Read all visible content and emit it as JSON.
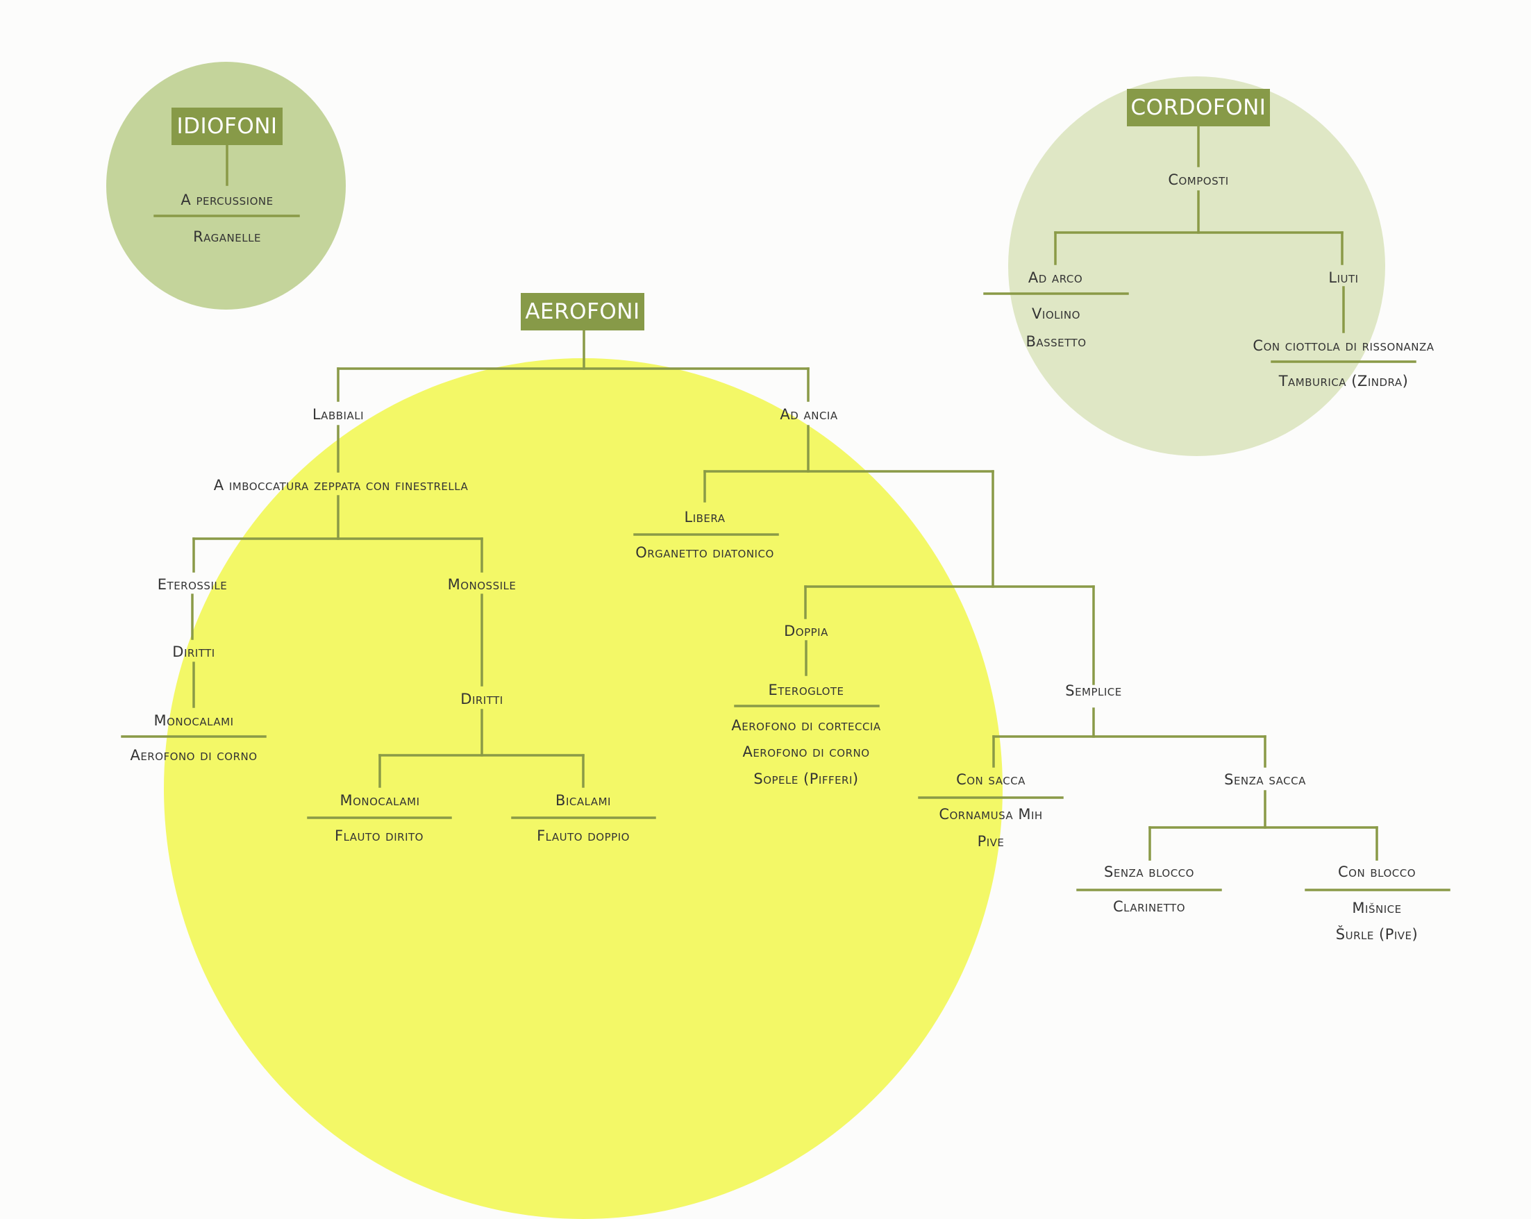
{
  "groups": {
    "idiofoni": {
      "title": "IDIOFONI",
      "percussione": "A percussione",
      "raganelle": "Raganelle"
    },
    "cordofoni": {
      "title": "CORDOFONI",
      "composti": "Composti",
      "ad_arco": "Ad arco",
      "violino": "Violino",
      "bassetto": "Bassetto",
      "liuti": "Liuti",
      "ciottola": "Con ciottola di rissonanza",
      "tamburica": "Tamburica (Zindra)"
    },
    "aerofoni": {
      "title": "AEROFONI",
      "labbiali": "Labbiali",
      "imboccatura": "A imboccatura zeppata con finestrella",
      "eterossile": "Eterossile",
      "diritti_1": "Diritti",
      "monocalami_1": "Monocalami",
      "aerofono_corno_1": "Aerofono di corno",
      "monossile": "Monossile",
      "diritti_2": "Diritti",
      "monocalami_2": "Monocalami",
      "flauto_dirito": "Flauto dirito",
      "bicalami": "Bicalami",
      "flauto_doppio": "Flauto doppio",
      "ad_ancia": "Ad ancia",
      "libera": "Libera",
      "organetto": "Organetto diatonico",
      "doppia": "Doppia",
      "eteroglote": "Eteroglote",
      "aerofono_corteccia": "Aerofono di corteccia",
      "aerofono_corno_2": "Aerofono di corno",
      "sopele": "Sopele (Pifferi)",
      "semplice": "Semplice",
      "con_sacca": "Con sacca",
      "cornamusa": "Cornamusa Mih",
      "pive": "Pive",
      "senza_sacca": "Senza sacca",
      "senza_blocco": "Senza blocco",
      "clarinetto": "Clarinetto",
      "con_blocco": "Con blocco",
      "misnice": "Mišnice",
      "surle": "Šurle (Pive)"
    }
  },
  "colors": {
    "header_fill": "#879a48",
    "connector": "#8a9a47",
    "idiofoni_circle": "#c4d49b",
    "cordofoni_circle": "#dfe7c5",
    "aerofoni_circle": "#f3f867"
  }
}
